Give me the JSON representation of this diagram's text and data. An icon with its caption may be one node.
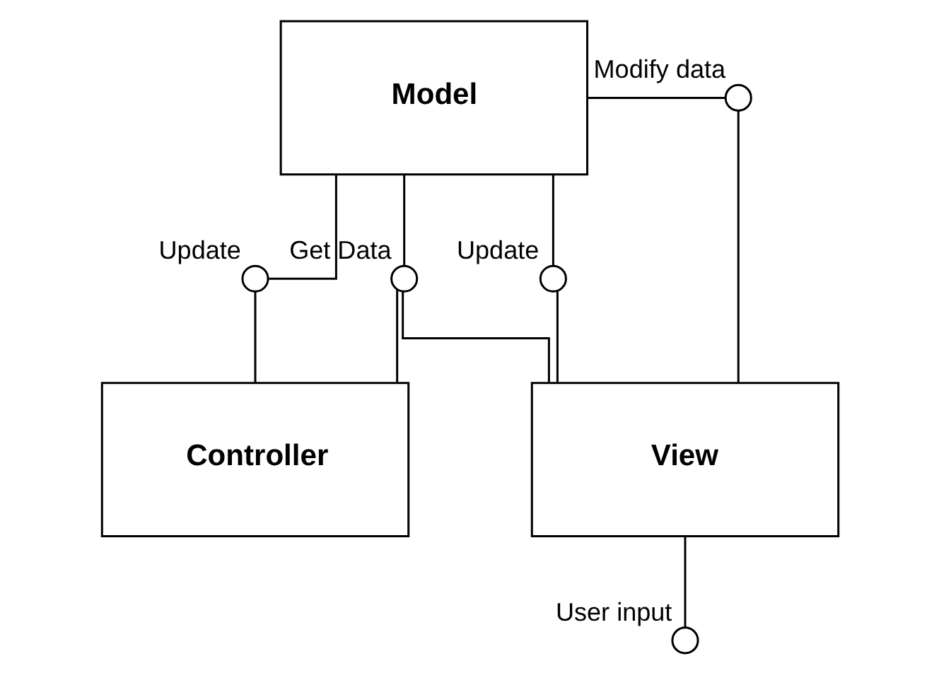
{
  "diagram": {
    "nodes": [
      {
        "text": [
          "Modify data"
        ]
      },
      {
        "text": [
          "Model"
        ]
      },
      {
        "text": [
          "Get Data"
        ]
      },
      {
        "text": [
          "Update"
        ]
      },
      {
        "text": [
          "Update"
        ]
      },
      {
        "text": [
          "View"
        ]
      },
      {
        "text": [
          "Controller"
        ]
      },
      {
        "text": [
          "User input"
        ]
      }
    ],
    "edges": [
      {
        "from": 1,
        "to": 0,
        "arrow": "none"
      },
      {
        "from": 0,
        "to": 5,
        "arrow": "none"
      },
      {
        "from": 1,
        "to": 2,
        "arrow": "none"
      },
      {
        "from": 2,
        "to": 5,
        "arrow": "none"
      },
      {
        "from": 2,
        "to": 6,
        "arrow": "none"
      },
      {
        "from": 1,
        "to": 3,
        "arrow": "none"
      },
      {
        "from": 3,
        "to": 5,
        "arrow": "none"
      },
      {
        "from": 1,
        "to": 4,
        "arrow": "none"
      },
      {
        "from": 4,
        "to": 6,
        "arrow": "none"
      },
      {
        "from": 5,
        "to": 7,
        "arrow": "none"
      }
    ]
  }
}
